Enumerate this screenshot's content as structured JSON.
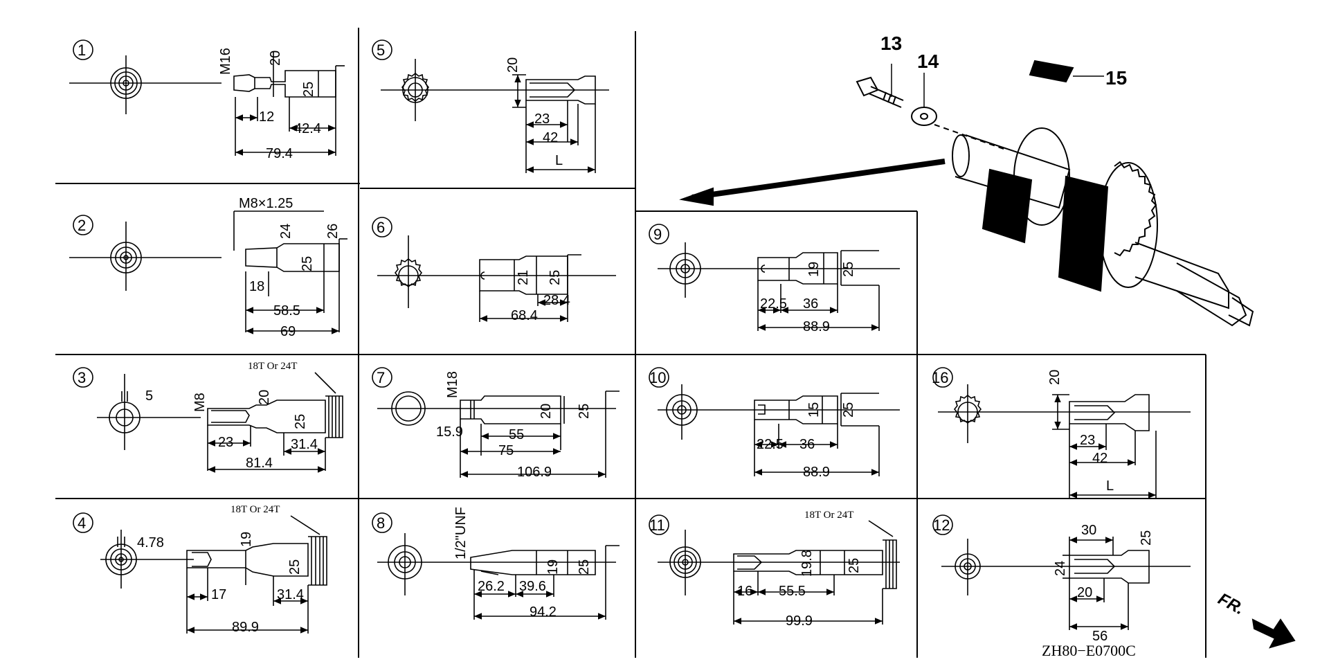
{
  "cells": [
    {
      "id": "1",
      "dims": {
        "thread": "M16",
        "d1": "20",
        "d2": "25",
        "l1": "12",
        "l2": "42.4",
        "total": "79.4"
      }
    },
    {
      "id": "2",
      "dims": {
        "thread": "M8×1.25",
        "d1": "24",
        "d2": "26",
        "d3": "25",
        "l1": "18",
        "l2": "58.5",
        "total": "69"
      }
    },
    {
      "id": "3",
      "dims": {
        "key": "5",
        "thread": "M8",
        "d1": "20",
        "d2": "25",
        "l1": "23",
        "l2": "31.4",
        "total": "81.4",
        "teeth": "18T Or 24T"
      }
    },
    {
      "id": "4",
      "dims": {
        "key": "4.78",
        "d1": "19",
        "d2": "25",
        "l1": "17",
        "l2": "31.4",
        "total": "89.9",
        "teeth": "18T Or 24T"
      }
    },
    {
      "id": "5",
      "dims": {
        "d1": "20",
        "l1": "23",
        "l2": "42",
        "total": "L"
      }
    },
    {
      "id": "6",
      "dims": {
        "d1": "21",
        "d2": "25",
        "l1": "28.4",
        "total": "68.4"
      }
    },
    {
      "id": "7",
      "dims": {
        "thread": "M18",
        "d1": "20",
        "d2": "25",
        "s": "15.9",
        "l1": "55",
        "l2": "75",
        "total": "106.9"
      }
    },
    {
      "id": "8",
      "dims": {
        "thread": "1/2\"UNF",
        "d1": "19",
        "d2": "25",
        "l1": "26.2",
        "l2": "39.6",
        "total": "94.2"
      }
    },
    {
      "id": "9",
      "dims": {
        "d1": "19",
        "d2": "25",
        "l1": "22.5",
        "l2": "36",
        "total": "88.9"
      }
    },
    {
      "id": "10",
      "dims": {
        "d1": "15",
        "d2": "25",
        "l1": "22.5",
        "l2": "36",
        "total": "88.9"
      }
    },
    {
      "id": "11",
      "dims": {
        "d1": "19.8",
        "d2": "25",
        "l1": "16",
        "l2": "55.5",
        "total": "99.9",
        "teeth": "18T Or 24T"
      }
    },
    {
      "id": "12",
      "dims": {
        "d1": "24",
        "d2": "25",
        "l1": "30",
        "l2": "20",
        "total": "56"
      }
    },
    {
      "id": "16",
      "dims": {
        "d1": "20",
        "l1": "23",
        "l2": "42",
        "total": "L"
      }
    }
  ],
  "callouts": {
    "c13": "13",
    "c14": "14",
    "c15": "15"
  },
  "direction_label": "FR.",
  "diagram_code": "ZH80−E0700C",
  "colors": {
    "ink": "#000000",
    "paper": "#ffffff"
  }
}
